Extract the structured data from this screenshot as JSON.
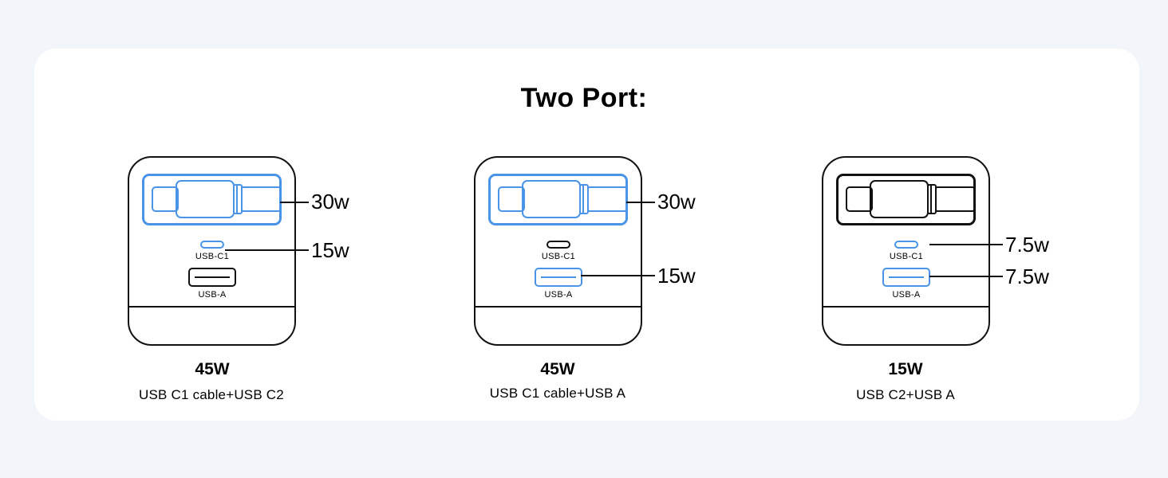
{
  "title": "Two Port:",
  "colors": {
    "active": "#4a94e8",
    "inactive": "#111111",
    "card": "#ffffff",
    "background": "#f2f6fa"
  },
  "configs": [
    {
      "total": "45W",
      "combo": "USB C1 cable+USB C2",
      "cable_watt": "30w",
      "c1_watt": "15w",
      "c1_label": "USB-C1",
      "a_label": "USB-A"
    },
    {
      "total": "45W",
      "combo": "USB C1 cable+USB A",
      "cable_watt": "30w",
      "a_watt": "15w",
      "c1_label": "USB-C1",
      "a_label": "USB-A"
    },
    {
      "total": "15W",
      "combo": "USB C2+USB A",
      "c1_watt": "7.5w",
      "a_watt": "7.5w",
      "c1_label": "USB-C1",
      "a_label": "USB-A"
    }
  ]
}
